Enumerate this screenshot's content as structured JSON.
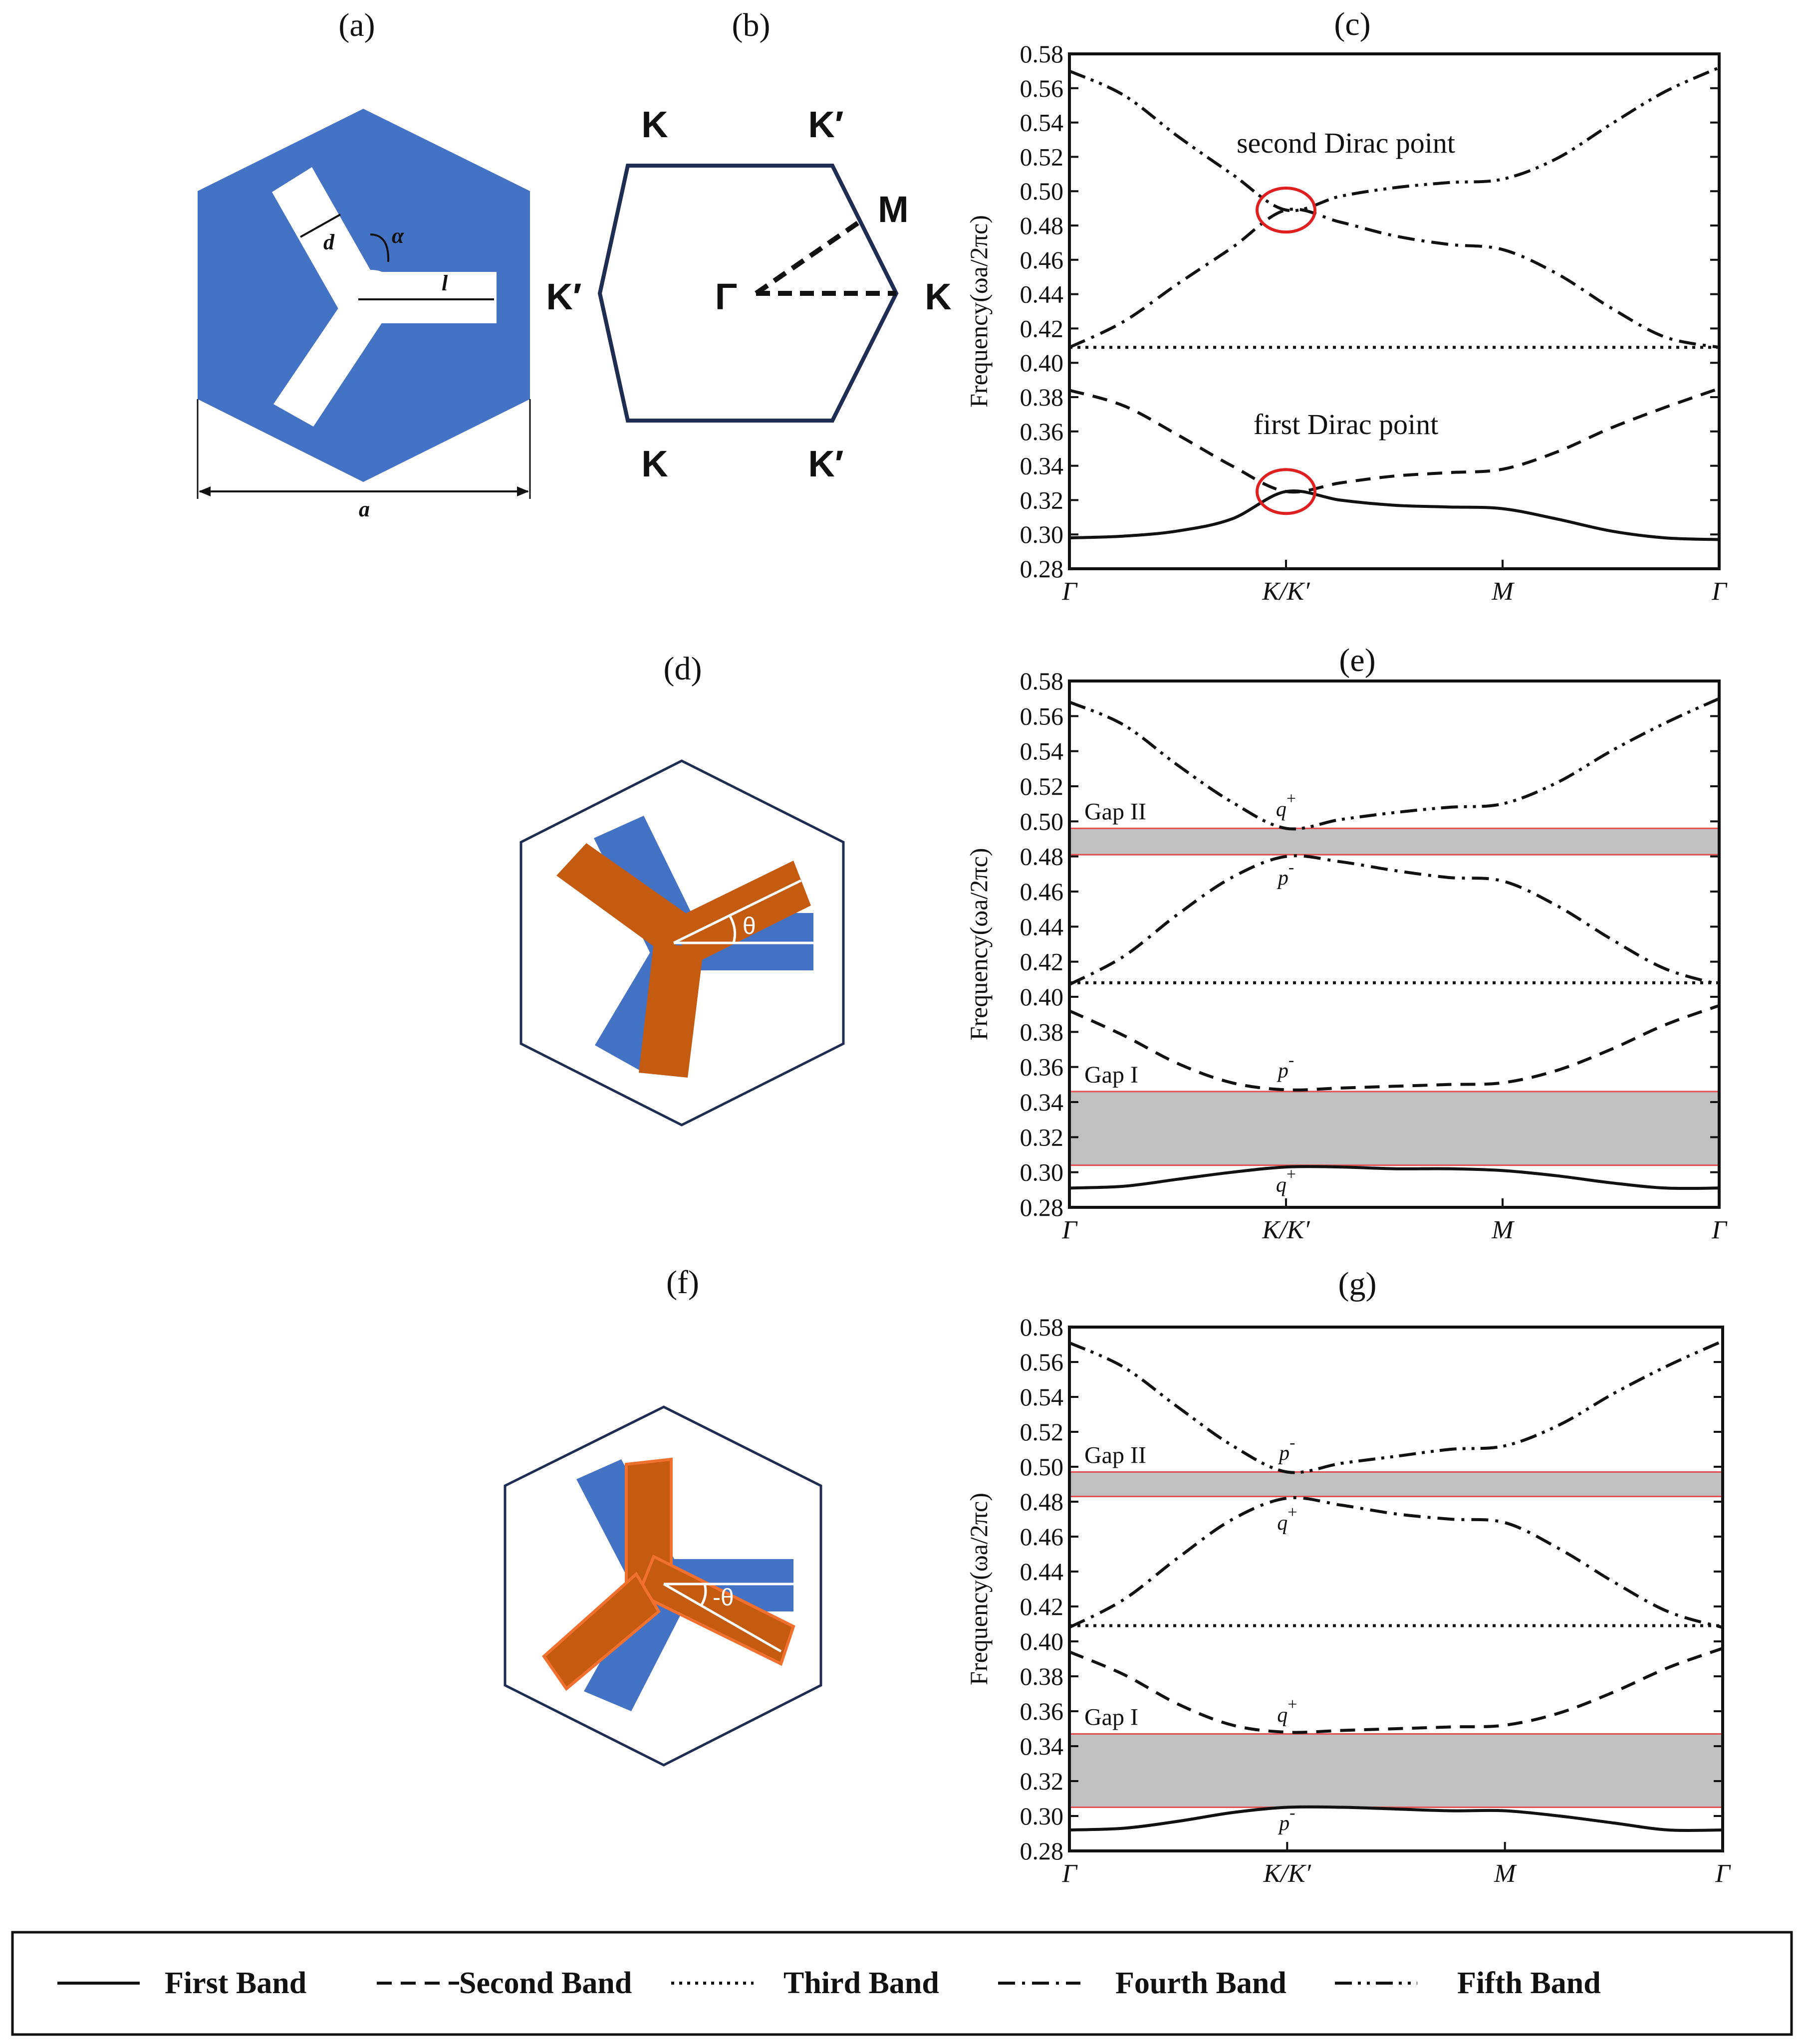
{
  "panel_labels": {
    "a": "(a)",
    "b": "(b)",
    "c": "(c)",
    "d": "(d)",
    "e": "(e)",
    "f": "(f)",
    "g": "(g)"
  },
  "unit_cell": {
    "fill_color": "#4472c4",
    "dimension_labels": {
      "d": "d",
      "alpha": "α",
      "l": "l",
      "a": "a"
    }
  },
  "brillouin_zone": {
    "labels": {
      "top_left": "K",
      "top_right": "K′",
      "left": "K′",
      "right": "K",
      "bottom_left": "K",
      "bottom_right": "K′",
      "m_point": "M",
      "gamma": "Γ"
    },
    "edge_color": "#1f2d52"
  },
  "rotated_cells": {
    "original_color": "#4472c4",
    "rotated_color": "#c55a11",
    "theta_label_d": "θ",
    "theta_label_f": "-θ"
  },
  "chart_data": [
    {
      "panel": "(c)",
      "type": "line",
      "ylabel": "Frequency(ωa/2πc)",
      "ylim": [
        0.28,
        0.58
      ],
      "yticks": [
        "0.28",
        "0.30",
        "0.32",
        "0.34",
        "0.36",
        "0.38",
        "0.40",
        "0.42",
        "0.44",
        "0.46",
        "0.48",
        "0.50",
        "0.52",
        "0.54",
        "0.56",
        "0.58"
      ],
      "xticks": [
        "Γ",
        "K/K′",
        "M",
        "Γ"
      ],
      "annotations": [
        "second Dirac point",
        "first Dirac point"
      ],
      "dirac_points": [
        {
          "x": 1,
          "y": 0.489
        },
        {
          "x": 1,
          "y": 0.325
        }
      ],
      "series": [
        {
          "name": "First Band",
          "x": [
            0,
            0.25,
            0.5,
            0.75,
            1,
            1.25,
            1.5,
            1.75,
            2,
            2.25,
            2.5,
            2.75,
            3
          ],
          "values": [
            0.298,
            0.299,
            0.302,
            0.309,
            0.325,
            0.32,
            0.317,
            0.316,
            0.315,
            0.309,
            0.302,
            0.298,
            0.297
          ]
        },
        {
          "name": "Second Band",
          "x": [
            0,
            0.25,
            0.5,
            0.75,
            1,
            1.25,
            1.5,
            1.75,
            2,
            2.25,
            2.5,
            2.75,
            3
          ],
          "values": [
            0.384,
            0.375,
            0.358,
            0.34,
            0.325,
            0.33,
            0.334,
            0.336,
            0.338,
            0.348,
            0.362,
            0.374,
            0.385
          ]
        },
        {
          "name": "Third Band",
          "x": [
            0,
            3
          ],
          "values": [
            0.409,
            0.409
          ]
        },
        {
          "name": "Fourth Band",
          "x": [
            0,
            0.25,
            0.5,
            0.75,
            1,
            1.25,
            1.5,
            1.75,
            2,
            2.25,
            2.5,
            2.75,
            3
          ],
          "values": [
            0.409,
            0.424,
            0.446,
            0.467,
            0.489,
            0.482,
            0.474,
            0.469,
            0.466,
            0.452,
            0.432,
            0.415,
            0.409
          ]
        },
        {
          "name": "Fifth Band",
          "x": [
            0,
            0.25,
            0.5,
            0.75,
            1,
            1.25,
            1.5,
            1.75,
            2,
            2.25,
            2.5,
            2.75,
            3
          ],
          "values": [
            0.57,
            0.556,
            0.532,
            0.51,
            0.489,
            0.497,
            0.502,
            0.505,
            0.507,
            0.519,
            0.539,
            0.558,
            0.572
          ]
        }
      ]
    },
    {
      "panel": "(e)",
      "type": "line",
      "ylabel": "Frequency(ωa/2πc)",
      "ylim": [
        0.28,
        0.58
      ],
      "yticks": [
        "0.28",
        "0.30",
        "0.32",
        "0.34",
        "0.36",
        "0.38",
        "0.40",
        "0.42",
        "0.44",
        "0.46",
        "0.48",
        "0.50",
        "0.52",
        "0.54",
        "0.56",
        "0.58"
      ],
      "xticks": [
        "Γ",
        "K/K′",
        "M",
        "Γ"
      ],
      "gaps": [
        {
          "label": "Gap II",
          "range": [
            0.481,
            0.496
          ]
        },
        {
          "label": "Gap I",
          "range": [
            0.304,
            0.346
          ]
        }
      ],
      "mode_labels": [
        {
          "text": "q",
          "sup": "+",
          "x": 1,
          "y": 0.507
        },
        {
          "text": "p",
          "sup": "-",
          "x": 1,
          "y": 0.468
        },
        {
          "text": "p",
          "sup": "-",
          "x": 1,
          "y": 0.358
        },
        {
          "text": "q",
          "sup": "+",
          "x": 1,
          "y": 0.293
        }
      ],
      "series": [
        {
          "name": "First Band",
          "x": [
            0,
            0.25,
            0.5,
            0.75,
            1,
            1.25,
            1.5,
            1.75,
            2,
            2.25,
            2.5,
            2.75,
            3
          ],
          "values": [
            0.291,
            0.292,
            0.296,
            0.3,
            0.303,
            0.303,
            0.302,
            0.302,
            0.301,
            0.298,
            0.294,
            0.291,
            0.291
          ]
        },
        {
          "name": "Second Band",
          "x": [
            0,
            0.25,
            0.5,
            0.75,
            1,
            1.25,
            1.5,
            1.75,
            2,
            2.25,
            2.5,
            2.75,
            3
          ],
          "values": [
            0.392,
            0.378,
            0.362,
            0.351,
            0.347,
            0.348,
            0.349,
            0.35,
            0.351,
            0.358,
            0.37,
            0.384,
            0.395
          ]
        },
        {
          "name": "Third Band",
          "x": [
            0,
            3
          ],
          "values": [
            0.408,
            0.408
          ]
        },
        {
          "name": "Fourth Band",
          "x": [
            0,
            0.25,
            0.5,
            0.75,
            1,
            1.25,
            1.5,
            1.75,
            2,
            2.25,
            2.5,
            2.75,
            3
          ],
          "values": [
            0.407,
            0.423,
            0.447,
            0.468,
            0.48,
            0.477,
            0.472,
            0.468,
            0.466,
            0.452,
            0.433,
            0.416,
            0.407
          ]
        },
        {
          "name": "Fifth Band",
          "x": [
            0,
            0.25,
            0.5,
            0.75,
            1,
            1.25,
            1.5,
            1.75,
            2,
            2.25,
            2.5,
            2.75,
            3
          ],
          "values": [
            0.568,
            0.555,
            0.532,
            0.511,
            0.496,
            0.501,
            0.505,
            0.508,
            0.51,
            0.522,
            0.54,
            0.556,
            0.57
          ]
        }
      ]
    },
    {
      "panel": "(g)",
      "type": "line",
      "ylabel": "Frequency(ωa/2πc)",
      "ylim": [
        0.28,
        0.58
      ],
      "yticks": [
        "0.28",
        "0.30",
        "0.32",
        "0.34",
        "0.36",
        "0.38",
        "0.40",
        "0.42",
        "0.44",
        "0.46",
        "0.48",
        "0.50",
        "0.52",
        "0.54",
        "0.56",
        "0.58"
      ],
      "xticks": [
        "Γ",
        "K/K′",
        "M",
        "Γ"
      ],
      "gaps": [
        {
          "label": "Gap II",
          "range": [
            0.483,
            0.497
          ]
        },
        {
          "label": "Gap I",
          "range": [
            0.305,
            0.347
          ]
        }
      ],
      "mode_labels": [
        {
          "text": "p",
          "sup": "-",
          "x": 1,
          "y": 0.508
        },
        {
          "text": "q",
          "sup": "+",
          "x": 1,
          "y": 0.468
        },
        {
          "text": "q",
          "sup": "+",
          "x": 1,
          "y": 0.358
        },
        {
          "text": "p",
          "sup": "-",
          "x": 1,
          "y": 0.296
        }
      ],
      "series": [
        {
          "name": "First Band",
          "x": [
            0,
            0.25,
            0.5,
            0.75,
            1,
            1.25,
            1.5,
            1.75,
            2,
            2.25,
            2.5,
            2.75,
            3
          ],
          "values": [
            0.292,
            0.293,
            0.297,
            0.302,
            0.305,
            0.305,
            0.304,
            0.303,
            0.303,
            0.3,
            0.296,
            0.292,
            0.292
          ]
        },
        {
          "name": "Second Band",
          "x": [
            0,
            0.25,
            0.5,
            0.75,
            1,
            1.25,
            1.5,
            1.75,
            2,
            2.25,
            2.5,
            2.75,
            3
          ],
          "values": [
            0.394,
            0.381,
            0.364,
            0.352,
            0.348,
            0.349,
            0.35,
            0.351,
            0.352,
            0.359,
            0.371,
            0.385,
            0.396
          ]
        },
        {
          "name": "Third Band",
          "x": [
            0,
            3
          ],
          "values": [
            0.409,
            0.409
          ]
        },
        {
          "name": "Fourth Band",
          "x": [
            0,
            0.25,
            0.5,
            0.75,
            1,
            1.25,
            1.5,
            1.75,
            2,
            2.25,
            2.5,
            2.75,
            3
          ],
          "values": [
            0.408,
            0.424,
            0.448,
            0.47,
            0.482,
            0.478,
            0.473,
            0.47,
            0.468,
            0.453,
            0.434,
            0.417,
            0.408
          ]
        },
        {
          "name": "Fifth Band",
          "x": [
            0,
            0.25,
            0.5,
            0.75,
            1,
            1.25,
            1.5,
            1.75,
            2,
            2.25,
            2.5,
            2.75,
            3
          ],
          "values": [
            0.571,
            0.557,
            0.534,
            0.512,
            0.497,
            0.502,
            0.506,
            0.51,
            0.512,
            0.524,
            0.542,
            0.558,
            0.572
          ]
        }
      ]
    }
  ],
  "legend": [
    {
      "name": "First Band",
      "dash": "solid"
    },
    {
      "name": "Second Band",
      "dash": "dashed"
    },
    {
      "name": "Third Band",
      "dash": "dotted"
    },
    {
      "name": "Fourth Band",
      "dash": "dashdot"
    },
    {
      "name": "Fifth Band",
      "dash": "dashdotdot"
    }
  ],
  "colors": {
    "gap_fill": "#c0c0c0",
    "gap_edge": "#e05050",
    "dirac_circle": "#e02020",
    "line": "#111111"
  }
}
